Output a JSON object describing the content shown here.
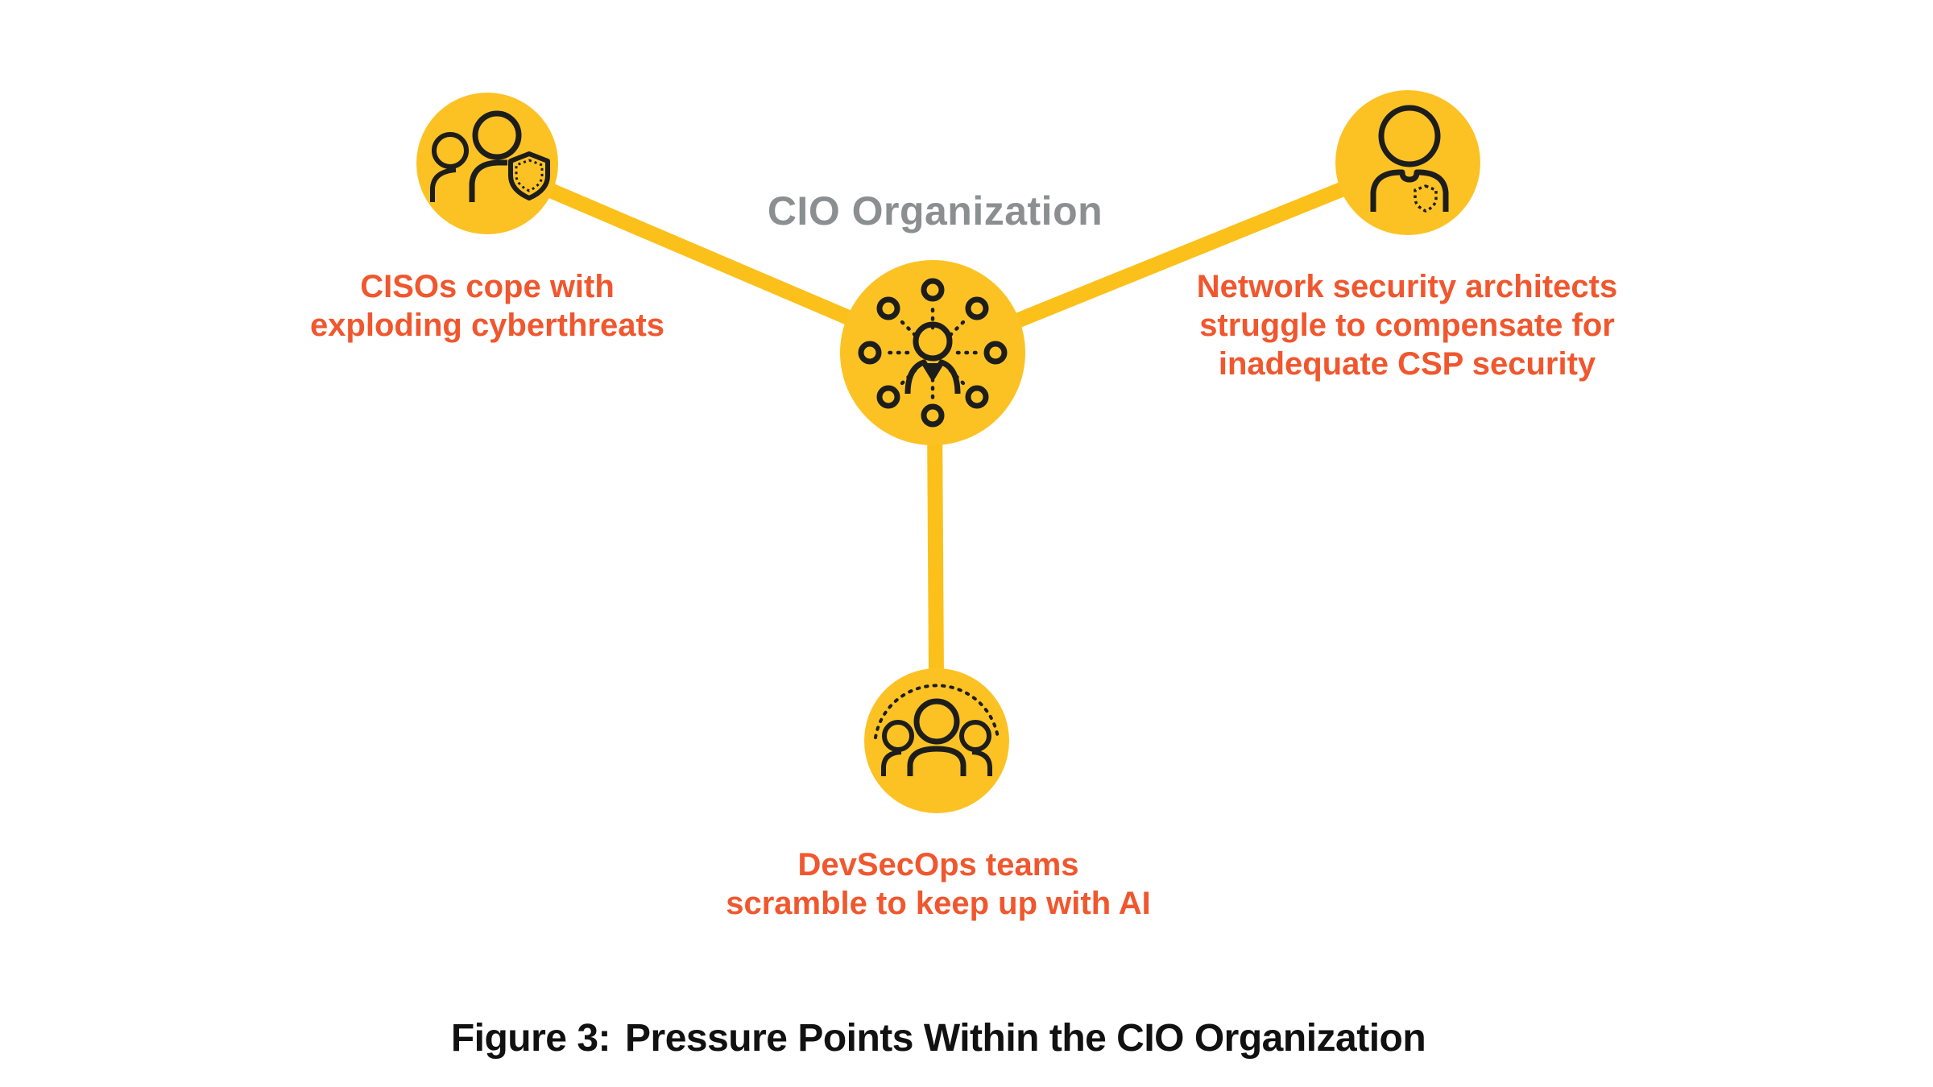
{
  "colors": {
    "yellow_circle": "#FCC224",
    "yellow_line": "#FBC01A",
    "orange_text": "#F0572E",
    "gray_text": "#8C8F90",
    "icon_ink": "#1D1D1B",
    "caption_text": "#111111",
    "background": "#FFFFFF"
  },
  "center": {
    "label": "CIO Organization",
    "icon": "org-hub-person-network-icon"
  },
  "nodes": {
    "ciso": {
      "icon": "people-with-shield-icon",
      "lines": [
        "CISOs cope with",
        "exploding cyberthreats"
      ]
    },
    "network": {
      "icon": "person-with-badge-icon",
      "lines": [
        "Network security architects",
        "struggle to compensate for",
        "inadequate CSP security"
      ]
    },
    "devsecops": {
      "icon": "team-under-dotted-arc-icon",
      "lines": [
        "DevSecOps teams",
        "scramble to keep up with AI"
      ]
    }
  },
  "caption": {
    "prefix": "Figure 3:",
    "text": "Pressure Points Within the CIO Organization"
  }
}
